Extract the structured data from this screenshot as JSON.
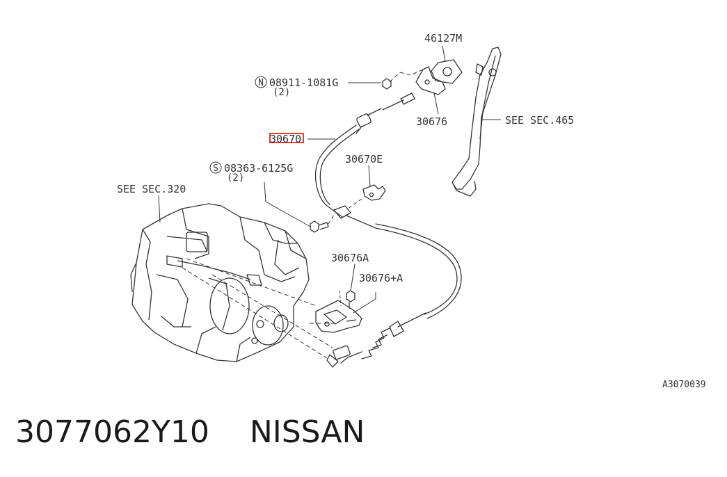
{
  "diagram": {
    "labels": {
      "cable_upper_bracket": "46127M",
      "nut": "08911-1081G",
      "nut_qty": "(2)",
      "nut_prefix": "N",
      "grommet_clip": "30676",
      "pedal_ref": "SEE SEC.465",
      "clutch_cable": "30670",
      "bolt": "08363-6125G",
      "bolt_qty": "(2)",
      "bolt_prefix": "S",
      "cable_clamp": "30670E",
      "transmission_ref": "SEE SEC.320",
      "bracket_bolt": "30676A",
      "cable_bracket": "30676+A"
    },
    "figure_code": "A3070039",
    "highlight_color": "#e53935"
  },
  "footer": {
    "part_number": "3077062Y10",
    "brand": "NISSAN"
  }
}
